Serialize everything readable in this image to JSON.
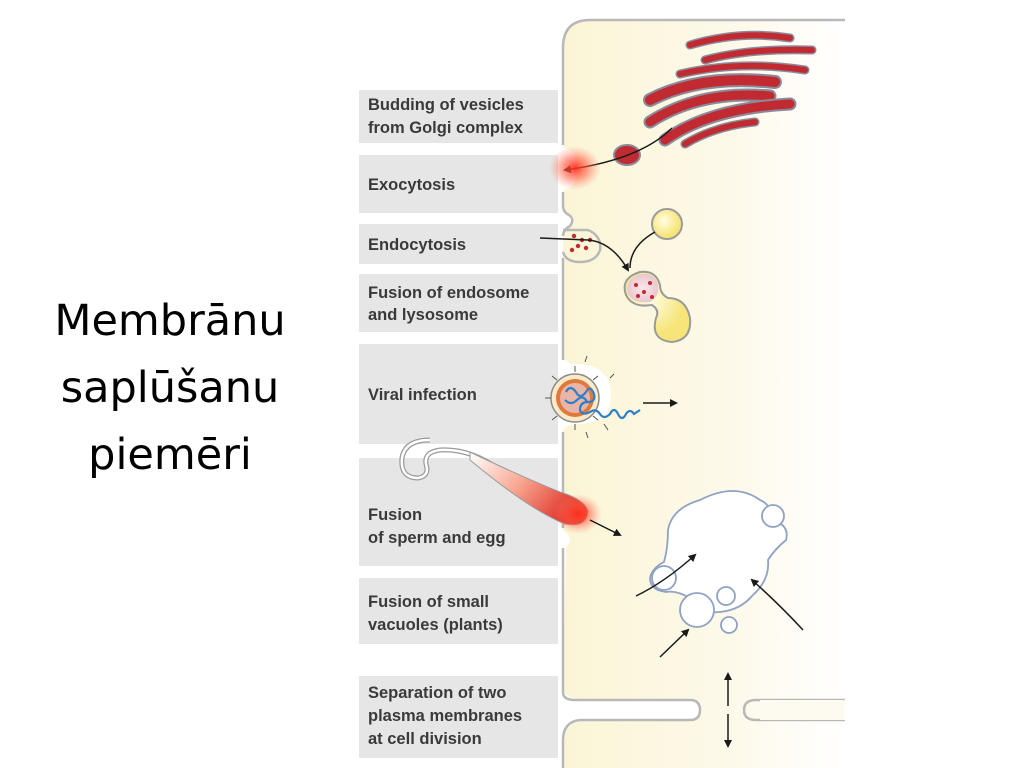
{
  "slide": {
    "title_lines": [
      "Membrānu",
      "saplūšanu",
      "piemēri"
    ]
  },
  "diagram": {
    "labels": [
      {
        "lines": [
          "Budding of vesicles",
          "from Golgi complex"
        ]
      },
      {
        "lines": [
          "Exocytosis"
        ]
      },
      {
        "lines": [
          "Endocytosis"
        ]
      },
      {
        "lines": [
          "Fusion of endosome",
          "and lysosome"
        ]
      },
      {
        "lines": [
          "Viral infection"
        ]
      },
      {
        "lines": [
          "Fusion",
          "of sperm and egg"
        ]
      },
      {
        "lines": [
          "Fusion of small",
          "vacuoles (plants)"
        ]
      },
      {
        "lines": [
          "Separation of two",
          "plasma membranes",
          "at cell division"
        ]
      }
    ]
  },
  "colors": {
    "label_box": "#e6e6e6",
    "cytoplasm": "#fdf9e6",
    "golgi_red": "#b5222b",
    "lysosome_yellow": "#fbf09a",
    "viral_dna": "#2f7fc8"
  }
}
